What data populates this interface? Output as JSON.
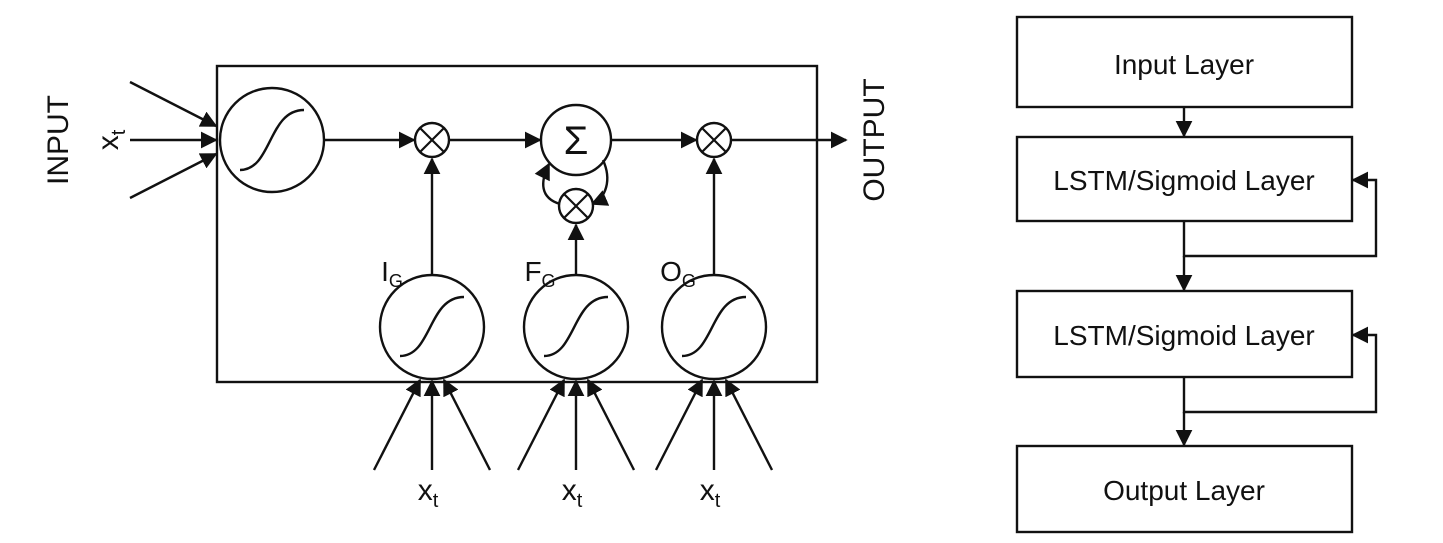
{
  "lstm_cell": {
    "input_label": "INPUT",
    "output_label": "OUTPUT",
    "input_var": {
      "main": "x",
      "sub": "t"
    },
    "sum_symbol": "Σ",
    "multiply_symbol": "⊗",
    "gates": [
      {
        "main": "I",
        "sub": "G"
      },
      {
        "main": "F",
        "sub": "G"
      },
      {
        "main": "O",
        "sub": "G"
      }
    ],
    "gate_inputs": [
      {
        "main": "x",
        "sub": "t"
      },
      {
        "main": "x",
        "sub": "t"
      },
      {
        "main": "x",
        "sub": "t"
      }
    ]
  },
  "network": {
    "layers": [
      {
        "label": "Input Layer"
      },
      {
        "label": "LSTM/Sigmoid Layer"
      },
      {
        "label": "LSTM/Sigmoid Layer"
      },
      {
        "label": "Output Layer"
      }
    ]
  }
}
